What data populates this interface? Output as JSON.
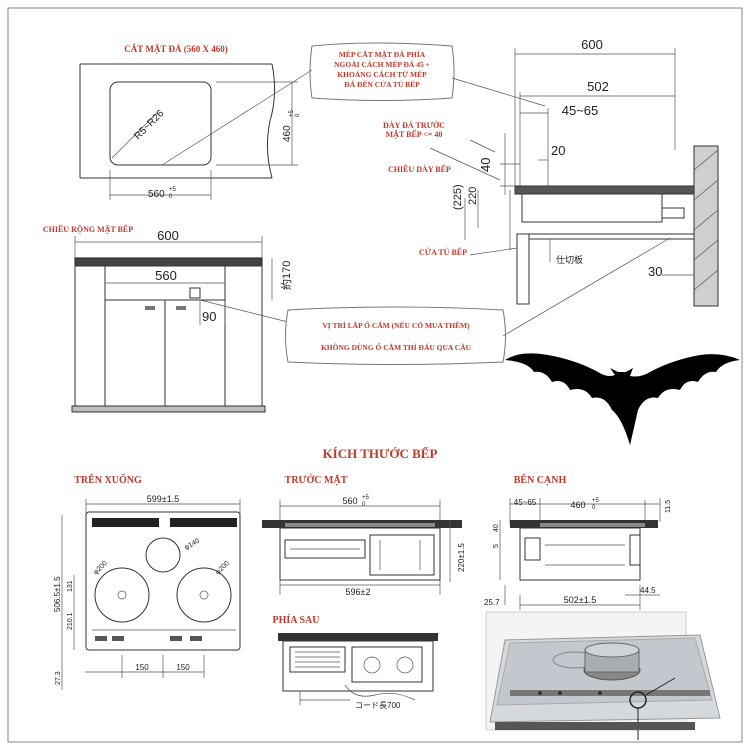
{
  "cut": {
    "title": "CẮT MẶT ĐÁ (560 X 460)",
    "radius": "R5~R26",
    "width": "560",
    "width_tol_top": "+5",
    "width_tol_bot": "0",
    "depth": "460",
    "depth_tol_top": "+5",
    "depth_tol_bot": "0"
  },
  "callout_edge": {
    "line1": "MÉP CẮT MẶT ĐÁ PHÍA",
    "line2": "NGOÀI CÁCH MÉP ĐÁ 45 +",
    "line3": "KHOẢNG CÁCH TỪ MÉP",
    "line4": "ĐÁ ĐẾN CỬA TỦ BẾP"
  },
  "side_install": {
    "d600": "600",
    "d502": "502",
    "d4565": "45~65",
    "stone_label1": "DÀY ĐÁ TRƯỚC",
    "stone_label2": "MẶT BẾP <= 40",
    "d40": "40",
    "d20": "20",
    "thick_label": "CHIỀU DÀY BẾP",
    "d225": "(225)",
    "d220": "220",
    "door_label": "CỬA TỦ BẾP",
    "partition": "仕切板",
    "d30": "30"
  },
  "front_install": {
    "title": "CHIỀU RỘNG MẶT BẾP",
    "d600": "600",
    "d560": "560",
    "d170": "約170",
    "d90": "90"
  },
  "callout_outlet": {
    "line1": "VỊ TRÍ LẮP Ổ CẮM (NẾU CÓ MUA THÊM)",
    "line2": "KHÔNG DÙNG Ổ CẮM THÌ ĐẤU QUA CẦU"
  },
  "section_title": "KÍCH THƯỚC BẾP",
  "top_view": {
    "title": "TRÊN XUỐNG",
    "d599": "599±1.5",
    "d140": "φ140",
    "d200a": "φ200",
    "d200b": "φ200",
    "d506": "506.5±1.5",
    "d131": "131",
    "d210": "210.1",
    "d150a": "150",
    "d150b": "150",
    "d27": "27.3"
  },
  "front_view": {
    "title": "TRƯỚC MẶT",
    "d560": "560",
    "tol_top": "+5",
    "tol_bot": "0",
    "d220": "220±1.5",
    "d596": "596±2"
  },
  "side_view": {
    "title": "BÊN CẠNH",
    "d4565": "45~65",
    "d460": "460",
    "tol_top": "+5",
    "tol_bot": "0",
    "d11": "11.5",
    "d40": "40",
    "d5": "5",
    "d44": "44.5",
    "d25": "25.7",
    "d502": "502±1.5"
  },
  "back_view": {
    "title": "PHÍA SAU",
    "cord": "コード長700"
  }
}
